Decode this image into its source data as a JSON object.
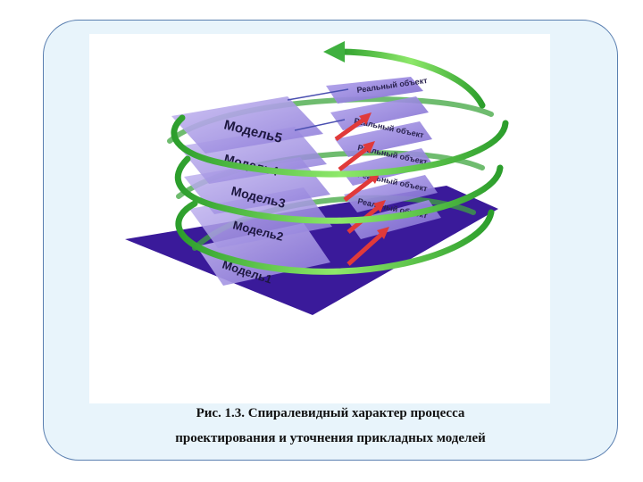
{
  "figure": {
    "models": [
      "Модель5",
      "Модель4",
      "Модель3",
      "Модель2",
      "Модель1"
    ],
    "real_object_label": "Реальный объект"
  },
  "caption": {
    "line1": "Рис. 1.3. Спиралевидный характер процесса",
    "line2": "проектирования и уточнения прикладных моделей"
  }
}
